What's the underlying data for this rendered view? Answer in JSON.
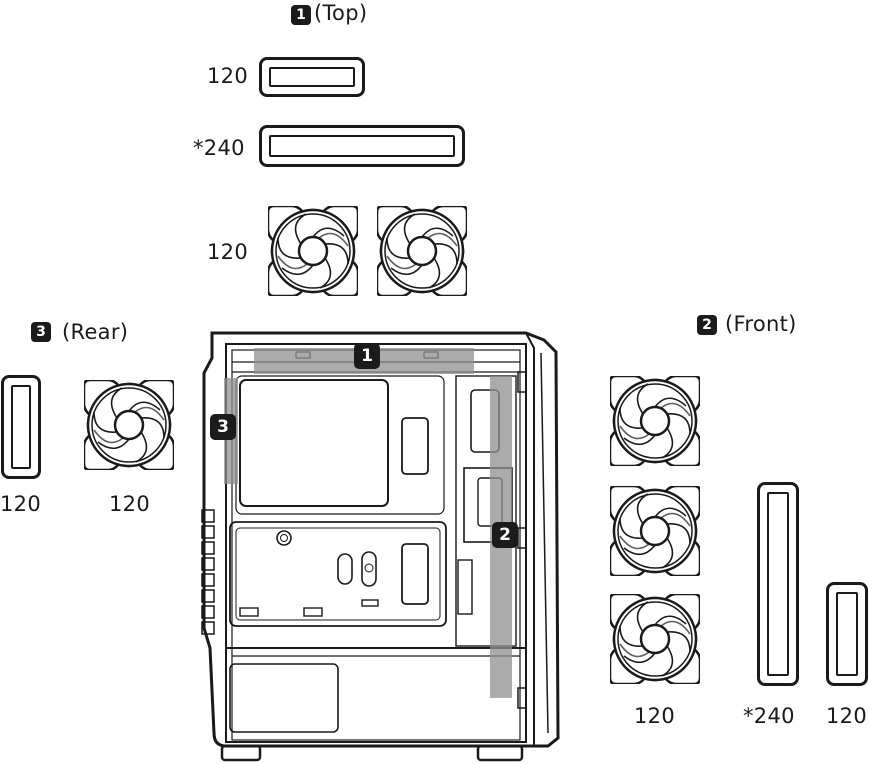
{
  "top": {
    "badge": "1",
    "title": "(Top)",
    "rad120_label": "120",
    "rad240_label": "*240",
    "fan_label": "120"
  },
  "rear": {
    "badge": "3",
    "title": "(Rear)",
    "rad_label": "120",
    "fan_label": "120"
  },
  "front": {
    "badge": "2",
    "title": "(Front)",
    "fan_label": "120",
    "rad240_label": "*240",
    "rad120_label": "120"
  },
  "case_zones": {
    "top_badge": "1",
    "front_badge": "2",
    "rear_badge": "3"
  }
}
